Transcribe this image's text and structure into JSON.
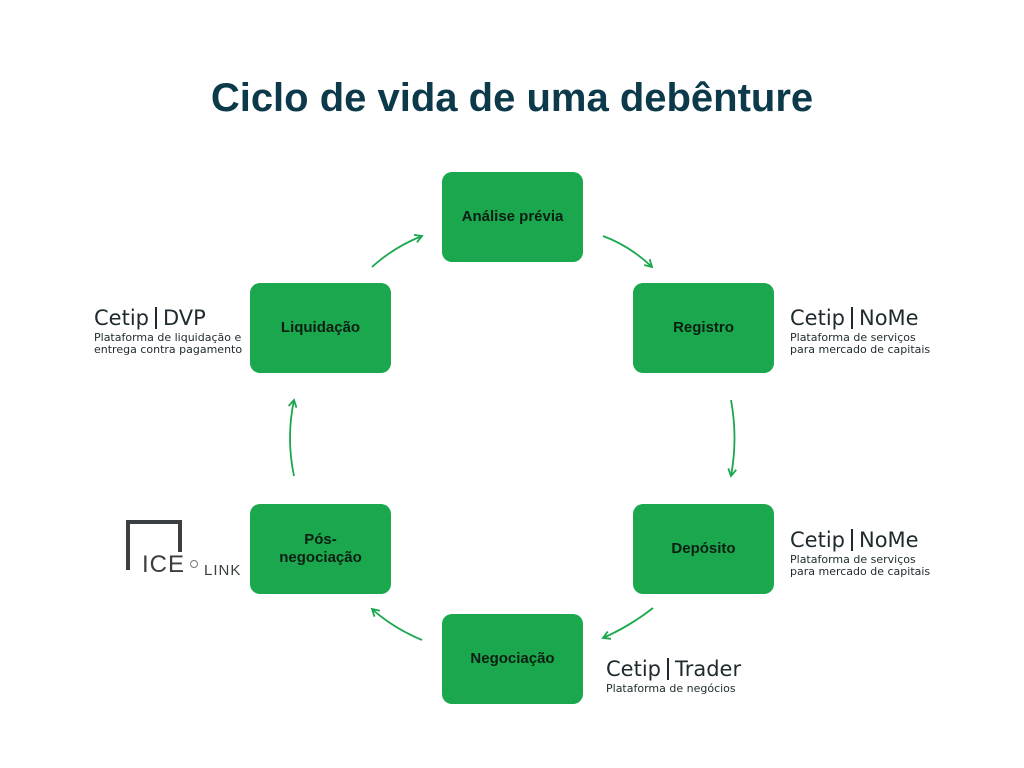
{
  "title": "Ciclo de vida de uma debênture",
  "colors": {
    "node_fill": "#1aa74e",
    "arrow": "#1aa74e",
    "title": "#0d3a4a"
  },
  "nodes": {
    "analise": "Análise prévia",
    "registro": "Registro",
    "deposito": "Depósito",
    "negociacao": "Negociação",
    "pos_line1": "Pós-",
    "pos_line2": "negociação",
    "liquidacao": "Liquidação"
  },
  "logos": {
    "dvp": {
      "brand": "Cetip",
      "product": "DVP",
      "sub": "Plataforma de liquidação e\nentrega contra pagamento"
    },
    "nome_registro": {
      "brand": "Cetip",
      "product": "NoMe",
      "sub": "Plataforma de serviços\npara mercado de capitais"
    },
    "nome_deposito": {
      "brand": "Cetip",
      "product": "NoMe",
      "sub": "Plataforma de serviços\npara mercado de capitais"
    },
    "trader": {
      "brand": "Cetip",
      "product": "Trader",
      "sub": "Plataforma de negócios"
    },
    "ice": {
      "ice": "ICE",
      "link": "LINK"
    }
  }
}
